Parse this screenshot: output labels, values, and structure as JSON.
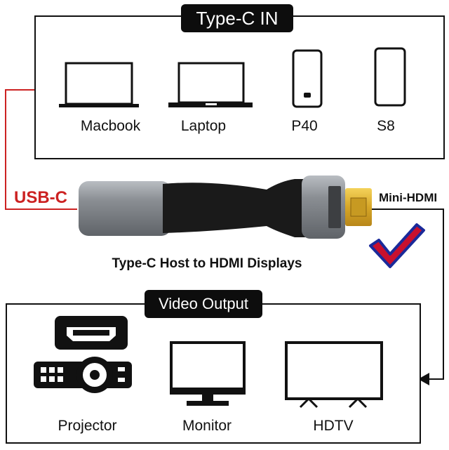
{
  "input_section": {
    "title": "Type-C IN",
    "devices": [
      {
        "label": "Macbook",
        "icon": "laptop-icon"
      },
      {
        "label": "Laptop",
        "icon": "laptop-icon"
      },
      {
        "label": "P40",
        "icon": "smartphone-icon"
      },
      {
        "label": "S8",
        "icon": "smartphone-icon"
      }
    ]
  },
  "adapter": {
    "left_port_label": "USB-C",
    "right_port_label": "Mini-HDMI",
    "caption": "Type-C Host to HDMI Displays",
    "left_port_color": "#cc2222"
  },
  "output_section": {
    "title": "Video Output",
    "devices": [
      {
        "label": "Projector",
        "icon": "projector-icon"
      },
      {
        "label": "Monitor",
        "icon": "monitor-icon"
      },
      {
        "label": "HDTV",
        "icon": "tv-icon"
      }
    ]
  },
  "colors": {
    "checkmark_fill": "#c8102e",
    "checkmark_outline": "#1a2a9a",
    "connector_line": "#cc2222"
  }
}
